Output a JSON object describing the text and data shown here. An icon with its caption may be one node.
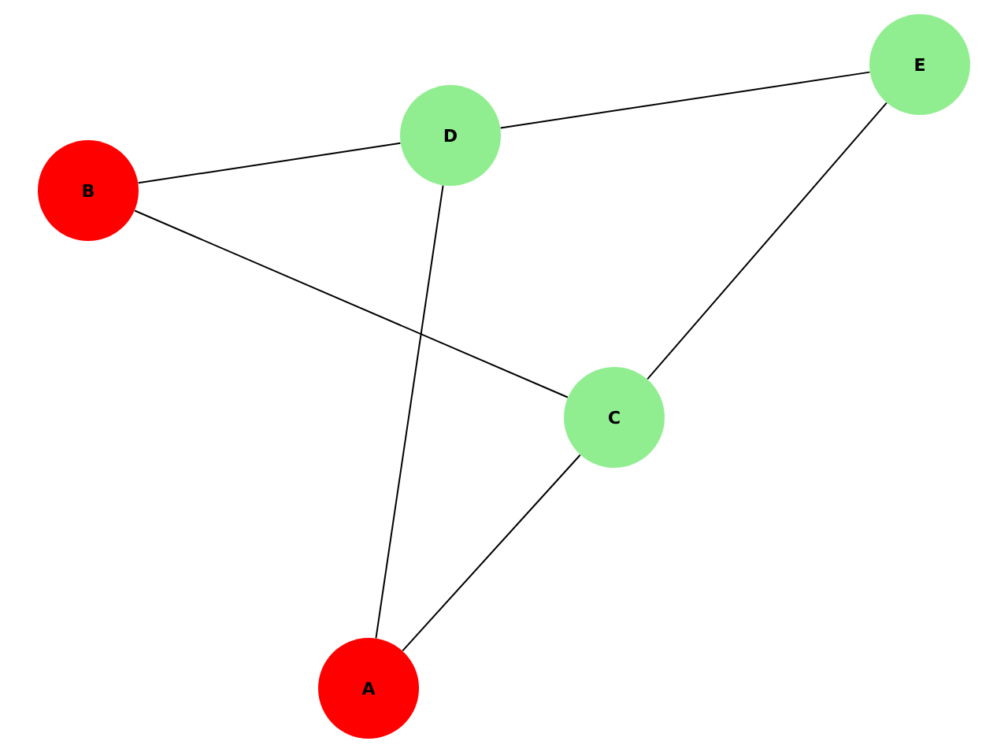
{
  "diagram": {
    "nodes": [
      {
        "text": [
          "E"
        ]
      },
      {
        "text": [
          "D"
        ]
      },
      {
        "text": [
          "B"
        ]
      },
      {
        "text": [
          "C"
        ]
      },
      {
        "text": [
          "A"
        ]
      }
    ],
    "edges": [
      {
        "from": 2,
        "to": 1,
        "arrow": "none"
      },
      {
        "from": 1,
        "to": 0,
        "arrow": "none"
      },
      {
        "from": 2,
        "to": 3,
        "arrow": "none"
      },
      {
        "from": 1,
        "to": 4,
        "arrow": "none"
      },
      {
        "from": 0,
        "to": 3,
        "arrow": "none"
      },
      {
        "from": 3,
        "to": 4,
        "arrow": "none"
      }
    ]
  }
}
